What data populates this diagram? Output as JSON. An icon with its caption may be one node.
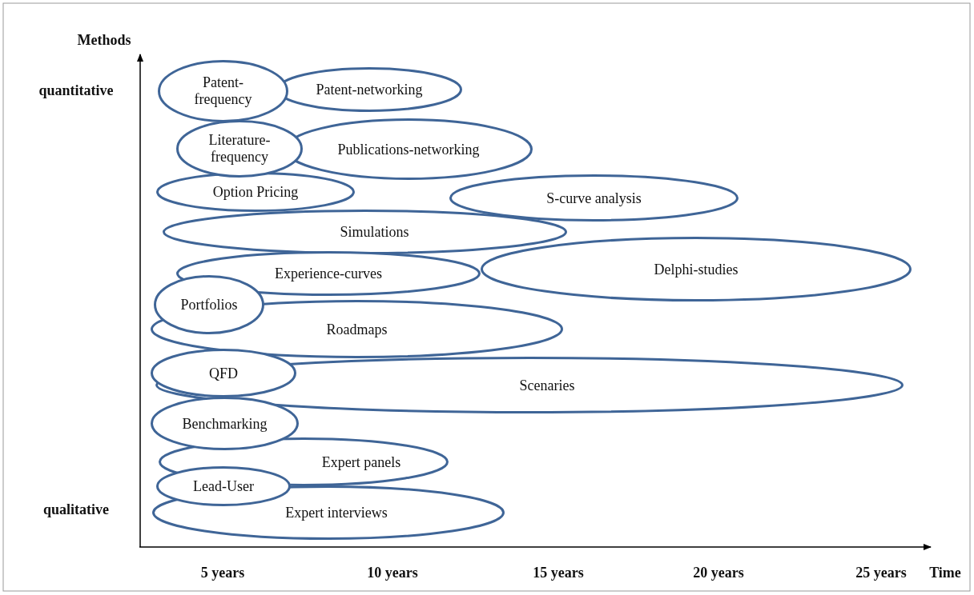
{
  "diagram": {
    "nodes": [
      {
        "text": [
          "Patent- frequency"
        ]
      },
      {
        "text": [
          "Patent-networking"
        ]
      },
      {
        "text": [
          "Literature- frequency"
        ]
      },
      {
        "text": [
          "Publications-networking"
        ]
      },
      {
        "text": [
          "Option Pricing"
        ]
      },
      {
        "text": [
          "S-curve analysis"
        ]
      },
      {
        "text": [
          "Simulations"
        ]
      },
      {
        "text": [
          "Experience-curves"
        ]
      },
      {
        "text": [
          "Delphi-studies"
        ]
      },
      {
        "text": [
          "Portfolios"
        ]
      },
      {
        "text": [
          "Roadmaps"
        ]
      },
      {
        "text": [
          "QFD"
        ]
      },
      {
        "text": [
          "Scenaries"
        ]
      },
      {
        "text": [
          "Benchmarking"
        ]
      },
      {
        "text": [
          "Expert panels"
        ]
      },
      {
        "text": [
          "Lead-User"
        ]
      },
      {
        "text": [
          "Expert interviews"
        ]
      }
    ],
    "labels": [
      "Methods",
      "quantitative",
      "qualitative",
      "5 years",
      "10 years",
      "15 years",
      "20 years",
      "25 years",
      "Time"
    ]
  }
}
